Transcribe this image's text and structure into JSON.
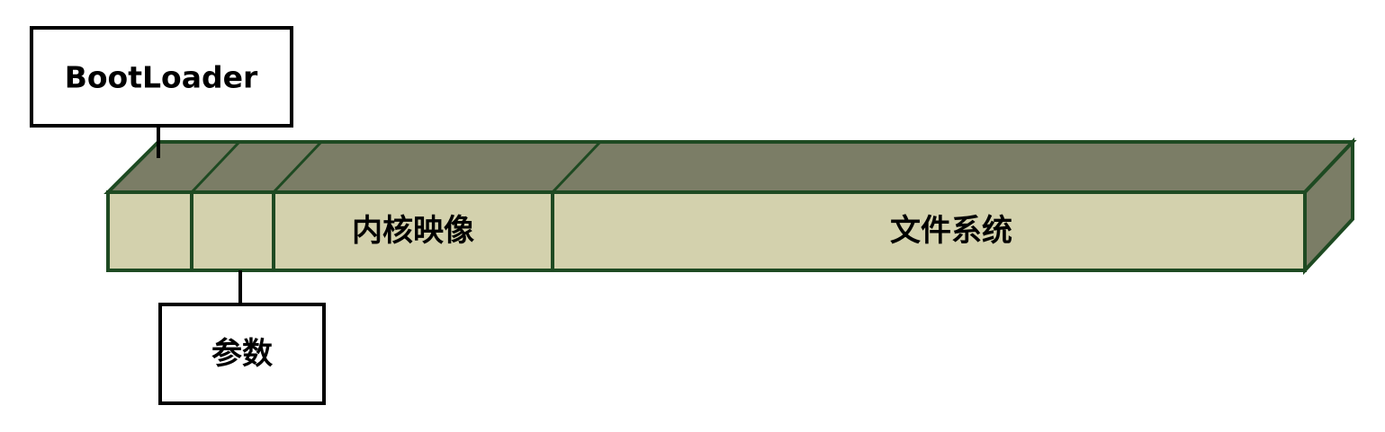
{
  "callouts": {
    "bootloader": "BootLoader",
    "params": "参数"
  },
  "segments": [
    {
      "id": "bootloader",
      "label": ""
    },
    {
      "id": "params",
      "label": ""
    },
    {
      "id": "kernel-image",
      "label": "内核映像"
    },
    {
      "id": "filesystem",
      "label": "文件系统"
    }
  ],
  "colors": {
    "front_fill": "#d3d1ad",
    "top_fill": "#7b7d66",
    "side_fill": "#7b7d66",
    "stroke": "#1e4a22",
    "box_stroke": "#000000"
  }
}
